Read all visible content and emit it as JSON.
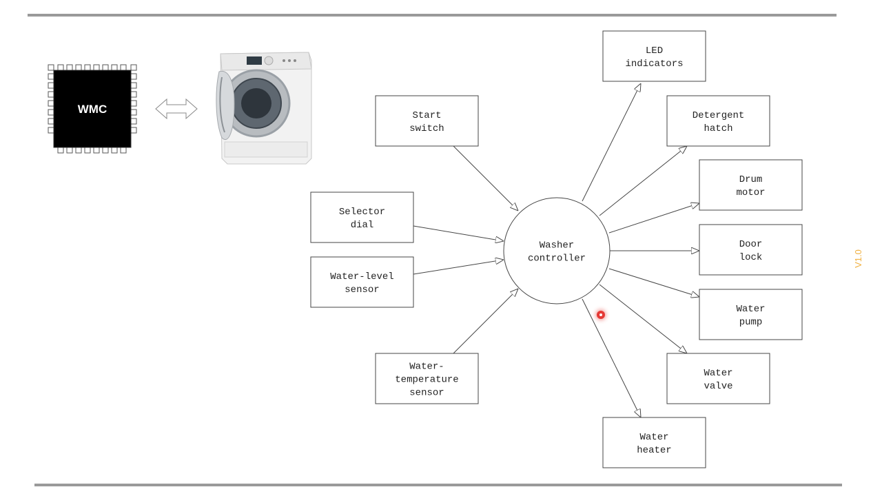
{
  "chip": {
    "label": "WMC"
  },
  "controller": {
    "lines": [
      "Washer",
      "controller"
    ]
  },
  "inputs": [
    {
      "id": "start-switch",
      "lines": [
        "Start",
        "switch"
      ]
    },
    {
      "id": "selector-dial",
      "lines": [
        "Selector",
        "dial"
      ]
    },
    {
      "id": "water-level-sensor",
      "lines": [
        "Water-level",
        "sensor"
      ]
    },
    {
      "id": "water-temperature-sensor",
      "lines": [
        "Water-",
        "temperature",
        "sensor"
      ]
    }
  ],
  "outputs": [
    {
      "id": "led-indicators",
      "lines": [
        "LED",
        "indicators"
      ]
    },
    {
      "id": "detergent-hatch",
      "lines": [
        "Detergent",
        "hatch"
      ]
    },
    {
      "id": "drum-motor",
      "lines": [
        "Drum",
        "motor"
      ]
    },
    {
      "id": "door-lock",
      "lines": [
        "Door",
        "lock"
      ]
    },
    {
      "id": "water-pump",
      "lines": [
        "Water",
        "pump"
      ]
    },
    {
      "id": "water-valve",
      "lines": [
        "Water",
        "valve"
      ]
    },
    {
      "id": "water-heater",
      "lines": [
        "Water",
        "heater"
      ]
    }
  ],
  "version": "V1.0"
}
